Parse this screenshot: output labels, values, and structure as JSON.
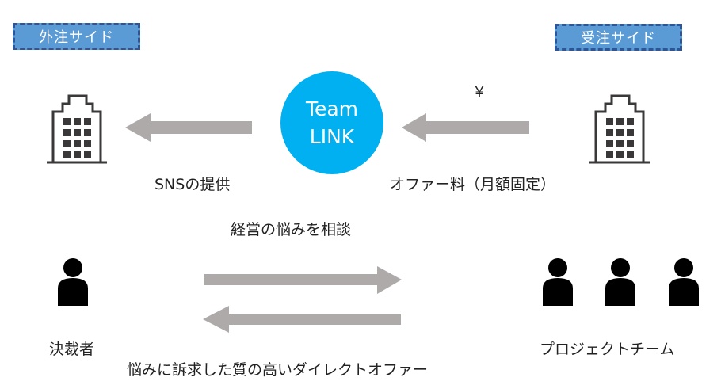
{
  "tags": {
    "left": "外注サイド",
    "right": "受注サイド"
  },
  "center": {
    "line1": "Team",
    "line2": "LINK",
    "color": "#00b0f0"
  },
  "labels": {
    "sns": "SNSの提供",
    "offer_fee": "オファー料（月額固定）",
    "yen": "￥",
    "consult": "経営の悩みを相談",
    "decider": "決裁者",
    "project_team": "プロジェクトチーム",
    "direct_offer": "悩みに訴求した質の高いダイレクトオファー"
  },
  "icons": {
    "left_building": "office-building-icon",
    "right_building": "office-building-icon",
    "decider": "person-icon",
    "team": [
      "person-icon",
      "person-icon",
      "person-icon"
    ]
  },
  "colors": {
    "tag_fill": "#5b9bd5",
    "tag_border": "#2f5597",
    "arrow": "#aeaaaa",
    "icon_dark": "#3a3838"
  }
}
